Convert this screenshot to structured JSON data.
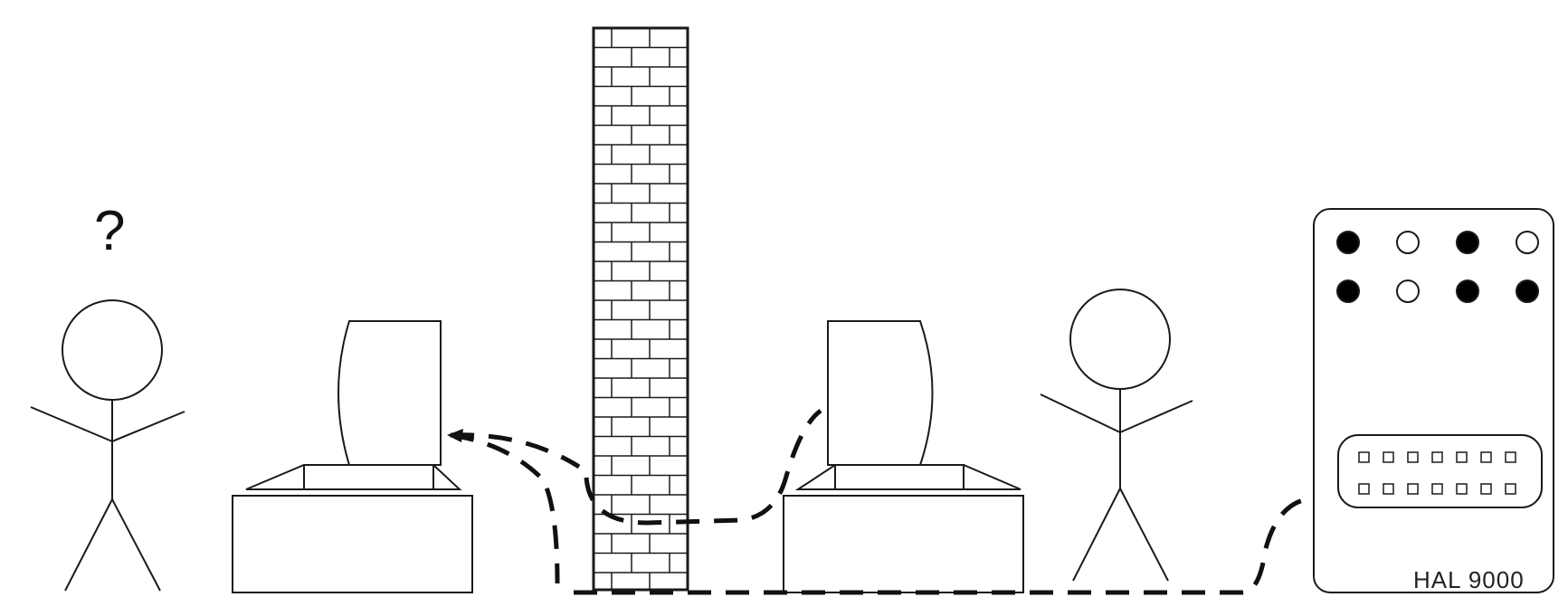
{
  "figure": {
    "question_mark": "?",
    "hal_label": "HAL 9000"
  },
  "hal_lights": {
    "rows": [
      [
        "filled",
        "hollow",
        "filled",
        "hollow"
      ],
      [
        "filled",
        "hollow",
        "filled",
        "filled"
      ]
    ]
  },
  "hal_panel": {
    "slot_rows": 2,
    "slots_per_row": 7
  },
  "colors": {
    "ink": "#1a1a1a",
    "background": "#ffffff"
  }
}
